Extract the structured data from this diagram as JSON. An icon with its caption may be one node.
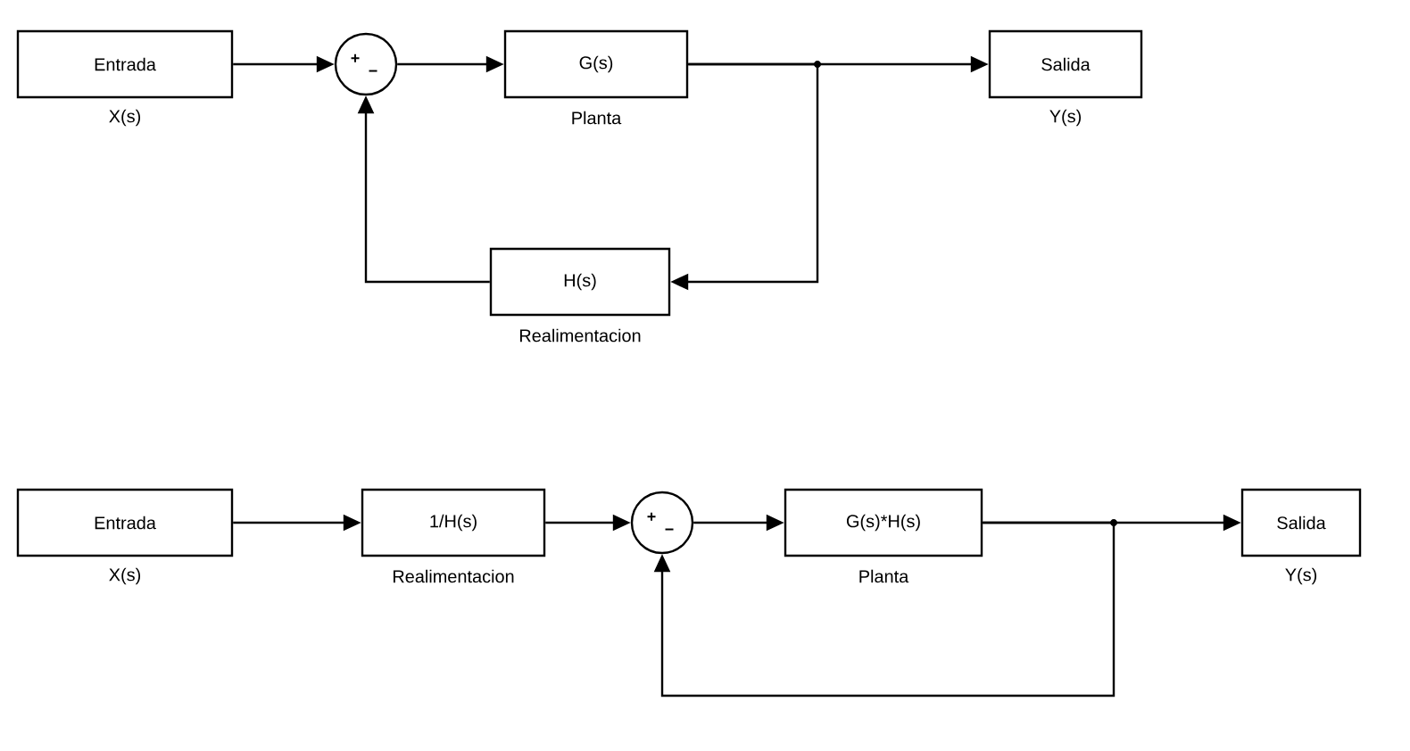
{
  "diagram": {
    "nodes": [
      {
        "text": [
          "Entrada"
        ],
        "beside": [
          "X(s)"
        ]
      },
      {
        "text": [
          "+",
          "−"
        ]
      },
      {
        "text": [
          "G(s)"
        ],
        "beside": [
          "Planta"
        ]
      },
      {
        "text": [
          "Salida"
        ],
        "beside": [
          "Y(s)"
        ]
      },
      {
        "text": [
          "H(s)"
        ],
        "beside": [
          "Realimentacion"
        ]
      },
      {
        "text": [
          "Entrada"
        ],
        "beside": [
          "X(s)"
        ]
      },
      {
        "text": [
          "1/H(s)"
        ],
        "beside": [
          "Realimentacion"
        ]
      },
      {
        "text": [
          "+",
          "−"
        ]
      },
      {
        "text": [
          "G(s)*H(s)"
        ],
        "beside": [
          "Planta"
        ]
      },
      {
        "text": [
          "Salida"
        ],
        "beside": [
          "Y(s)"
        ]
      }
    ],
    "edges": [
      {
        "from": 0,
        "to": 1,
        "arrow": "to"
      },
      {
        "from": 1,
        "to": 2,
        "arrow": "to"
      },
      {
        "from": 2,
        "to": 3,
        "arrow": "to"
      },
      {
        "from": 2,
        "to": 4,
        "arrow": "to"
      },
      {
        "from": 4,
        "to": 1,
        "arrow": "to"
      },
      {
        "from": 5,
        "to": 6,
        "arrow": "to"
      },
      {
        "from": 6,
        "to": 7,
        "arrow": "to"
      },
      {
        "from": 7,
        "to": 8,
        "arrow": "to"
      },
      {
        "from": 8,
        "to": 9,
        "arrow": "to"
      },
      {
        "from": 8,
        "to": 7,
        "arrow": "to"
      }
    ]
  }
}
